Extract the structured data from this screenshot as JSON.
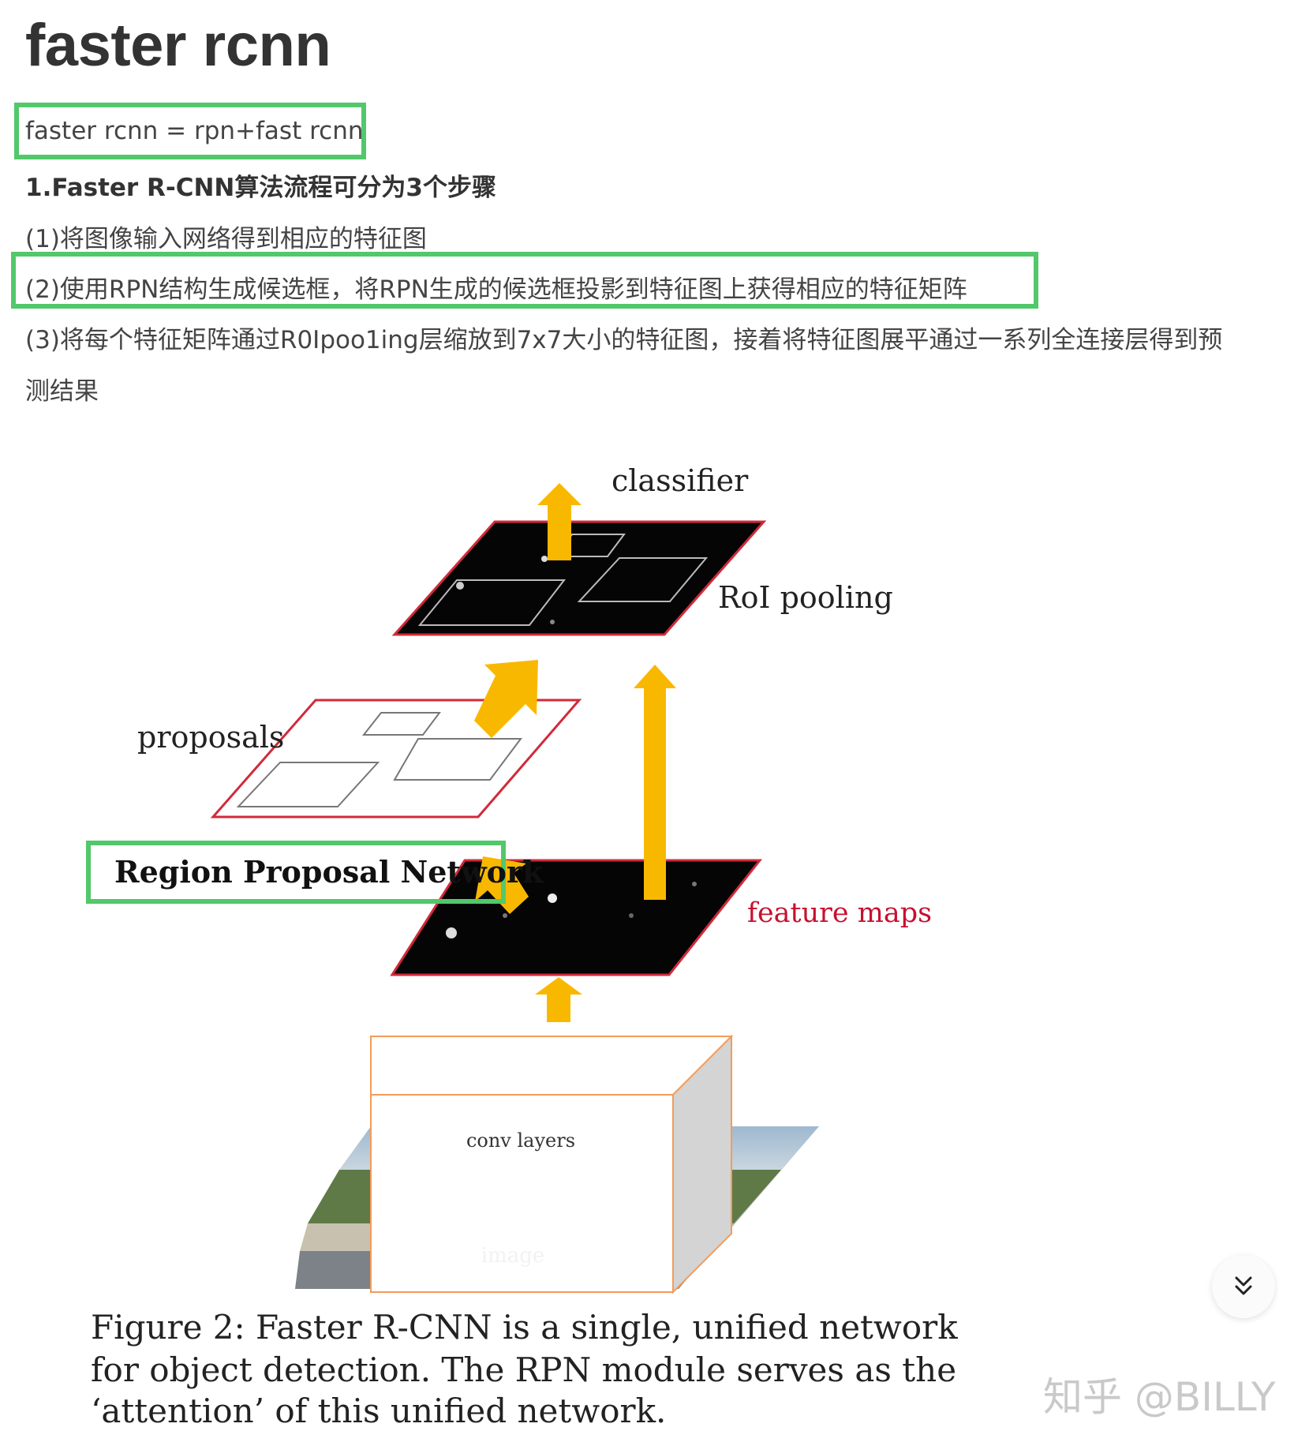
{
  "heading": "faster rcnn",
  "formula": "faster rcnn = rpn+fast rcnn",
  "steps_title": "1.Faster R-CNN算法流程可分为3个步骤",
  "step1": "(1)将图像输入网络得到相应的特征图",
  "step2": "(2)使用RPN结构生成候选框，将RPN生成的候选框投影到特征图上获得相应的特征矩阵",
  "step3_line1": "(3)将每个特征矩阵通过R0Ipoo1ing层缩放到7x7大小的特征图，接着将特征图展平通过一系列全连接层得到预",
  "step3_line2": "测结果",
  "figure": {
    "classifier": "classifier",
    "roi_pooling": "RoI pooling",
    "proposals": "proposals",
    "rpn": "Region Proposal Network",
    "feature_maps": "feature maps",
    "conv_layers": "conv layers",
    "image": "image",
    "caption_line1": "Figure 2: Faster R-CNN is a single, unified network",
    "caption_line2": "for object detection. The RPN module serves as the",
    "caption_line3": "‘attention’ of this unified network."
  },
  "watermark": "知乎 @BILLY",
  "icons": {
    "scroll": "double-chevron-down-icon"
  },
  "colors": {
    "highlight": "#52c86a",
    "arrow": "#f9b800",
    "red_border": "#d12a3a",
    "feature_text": "#c8102e"
  }
}
